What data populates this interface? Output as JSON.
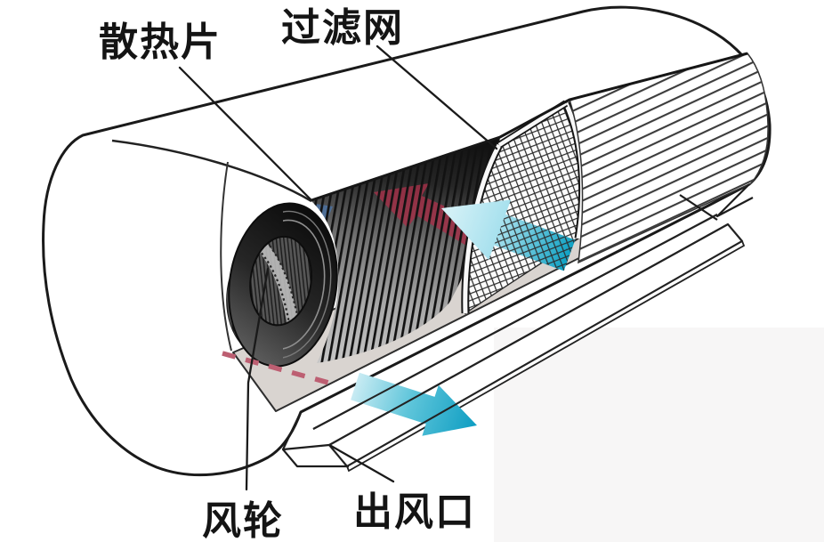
{
  "diagram": {
    "type": "air-conditioner-indoor-unit-cutaway",
    "labels": {
      "fins": "散热片",
      "filter": "过滤网",
      "fan_wheel": "风轮",
      "air_outlet": "出风口"
    },
    "colors": {
      "airflow_intake_arrow": "#0fa2c4",
      "airflow_outlet_arrow": "#0d9dc2",
      "hot_arrow_behind_fins": "#a83048",
      "refrigerant_dash_line": "#bd5f72",
      "outline": "#1a1a1a",
      "background": "#ffffff"
    }
  }
}
